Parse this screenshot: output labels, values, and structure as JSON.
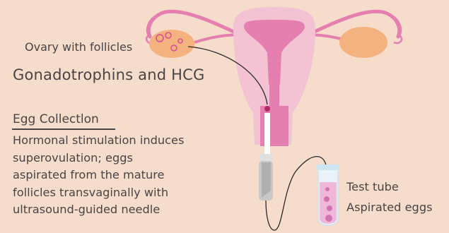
{
  "labels": {
    "ovary": "Ovary with follicles",
    "title": "Gonadotrophins and HCG",
    "section_heading": "Egg Collectlon",
    "description_lines": [
      "Hormonal stimulation induces",
      "superovulation; eggs",
      "aspirated from the mature",
      "follicles transvaginally with",
      "ultrasound-guided needle"
    ],
    "test_tube": "Test tube",
    "aspirated_eggs": "Aspirated eggs"
  },
  "colors": {
    "background": "#f6dccb",
    "uterus_outer": "#f3c3d4",
    "uterus_inner": "#e47fb0",
    "ovary": "#f3b27e",
    "text": "#4a4446"
  }
}
